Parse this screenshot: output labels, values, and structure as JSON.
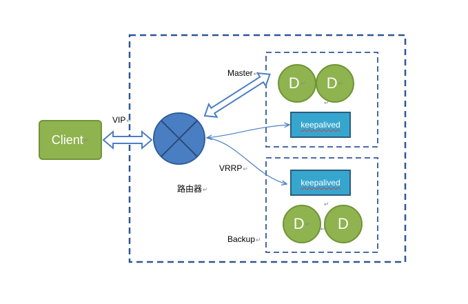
{
  "diagram": {
    "client_label": "Client",
    "vip_label": "VIP",
    "router_label": "路由器",
    "master_label": "Master",
    "backup_label": "Backup",
    "vrrp_label": "VRRP",
    "keepalived_label": "keepalived",
    "director_label": "D"
  },
  "colors": {
    "node_green": "#8fb34e",
    "node_green_border": "#6f9437",
    "router_blue": "#4a7ec3",
    "keepalived_blue": "#37a6cf",
    "dashed_border": "#2f5597",
    "arrow_blue": "#4a7ec3"
  },
  "icons": {
    "router": "router-cross-circle-icon",
    "paragraph_mark": "paragraph-return-mark-icon"
  }
}
